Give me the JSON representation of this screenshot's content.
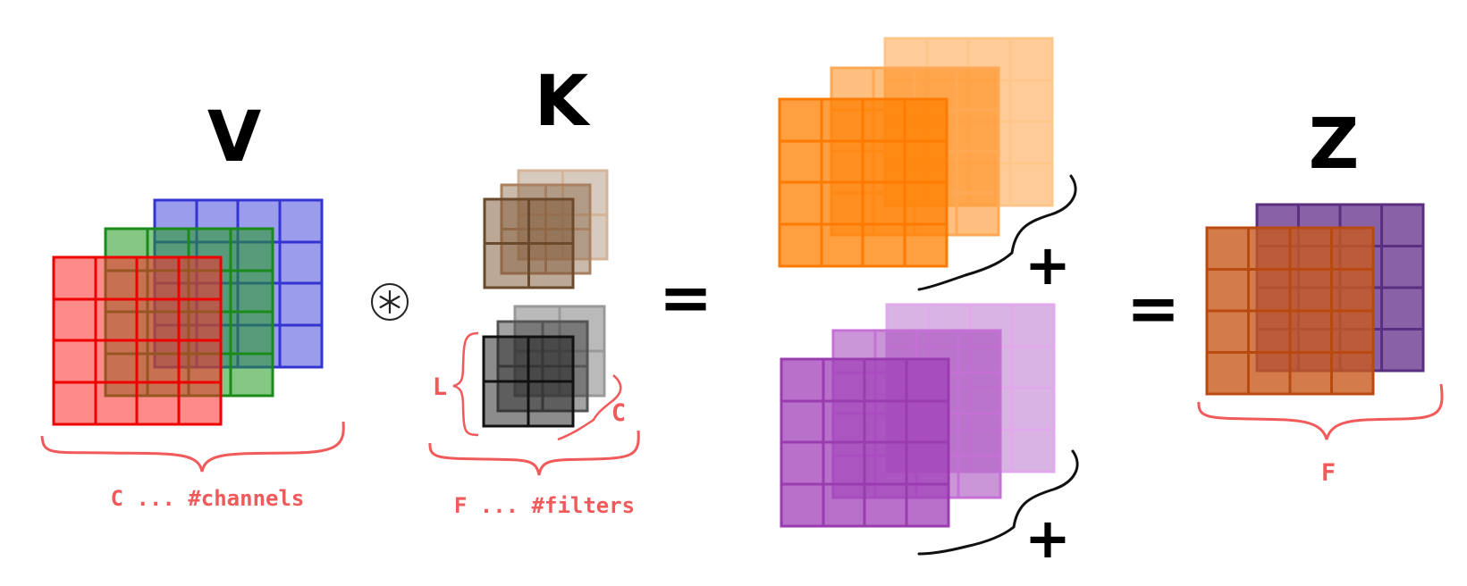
{
  "labels": {
    "v": "V",
    "k": "K",
    "z": "Z",
    "channels": "C ... #channels",
    "filters": "F ... #filters",
    "kernel_height": "L",
    "kernel_channels": "C",
    "output_filters": "F"
  },
  "operators": {
    "convolution": "⊛",
    "equals": "=",
    "plus": "+"
  },
  "colors": {
    "annotation": "#f05a5a",
    "input_channels": [
      "#ff2a2a",
      "#1f9a1f",
      "#3a3ad9"
    ],
    "filter_1": "#7a5230",
    "filter_2": "#1a1a1a",
    "partial_sum_1": "#ff7f00",
    "partial_sum_2": "#a040b8",
    "output_1": "#c85a1e",
    "output_2": "#6a3a90"
  },
  "structure": {
    "input_grid": "4x4",
    "kernel_grid": "2x2",
    "output_grid": "4x4",
    "input_channels": 3,
    "kernel_channels": 3,
    "filters": 2,
    "output_channels": 2
  }
}
